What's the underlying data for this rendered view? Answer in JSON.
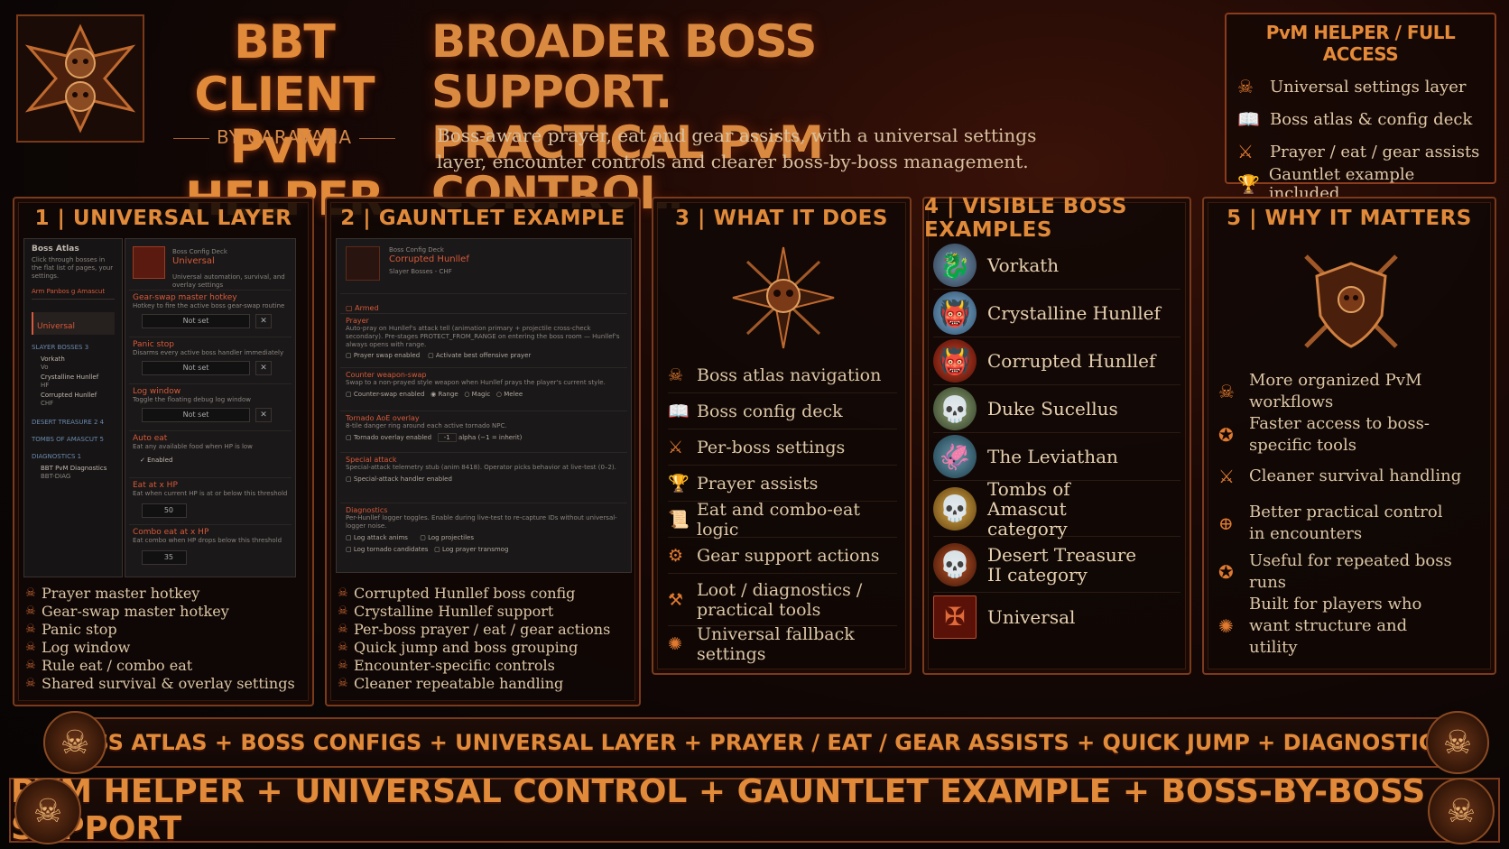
{
  "brand": {
    "title_line1": "BBT CLIENT",
    "title_line2": "PvM HELPER",
    "by": "BY CARAVANA"
  },
  "headline": {
    "line1": "BROADER BOSS SUPPORT.",
    "line2": "PRACTICAL PvM CONTROL.",
    "sub_line1": "Boss-aware prayer, eat and gear assists, with a universal settings",
    "sub_line2": "layer, encounter controls and clearer boss-by-boss management."
  },
  "access": {
    "title": "PvM HELPER / FULL ACCESS",
    "items": [
      {
        "icon": "skull-icon",
        "label": "Universal settings layer"
      },
      {
        "icon": "book-icon",
        "label": "Boss atlas & config deck"
      },
      {
        "icon": "crossed-swords-icon",
        "label": "Prayer / eat / gear assists"
      },
      {
        "icon": "trophy-icon",
        "label": "Gauntlet example included"
      }
    ]
  },
  "col1": {
    "title": "1 | UNIVERSAL LAYER",
    "mock": {
      "atlas_title": "Boss Atlas",
      "atlas_desc": "Click through bosses in the flat list of pages, your settings.",
      "search": "Arm Panbos g Amascut",
      "universal": "Universal",
      "group_slayer": "SLAYER BOSSES 3",
      "boss1": "Vorkath",
      "boss1_sub": "Vo",
      "boss2": "Crystalline Hunllef",
      "boss2_sub": "HF",
      "boss3": "Corrupted Hunllef",
      "boss3_sub": "CHF",
      "group_dt": "DESERT TREASURE 2 4",
      "group_toa": "TOMBS OF AMASCUT 5",
      "group_diag": "DIAGNOSTICS 1",
      "diag_item": "BBT PvM Diagnostics",
      "diag_sub": "BBT-DIAG",
      "deck_label": "Boss Config Deck",
      "deck_name": "Universal",
      "deck_desc": "Universal automation, survival, and overlay settings",
      "r1_title": "Gear-swap master hotkey",
      "r1_desc": "Hotkey to fire the active boss gear-swap routine",
      "r2_title": "Panic stop",
      "r2_desc": "Disarms every active boss handler immediately",
      "r3_title": "Log window",
      "r3_desc": "Toggle the floating debug log window",
      "not_set": "Not set",
      "r4_title": "Auto eat",
      "r4_desc": "Eat any available food when HP is low",
      "r4_val": "Enabled",
      "r5_title": "Eat at x HP",
      "r5_desc": "Eat when current HP is at or below this threshold",
      "r5_val": "50",
      "r6_title": "Combo eat at x HP",
      "r6_desc": "Eat combo when HP drops below this threshold",
      "r6_val": "35"
    },
    "bullets": [
      "Prayer master hotkey",
      "Gear-swap master hotkey",
      "Panic stop",
      "Log window",
      "Rule eat / combo eat",
      "Shared survival & overlay settings"
    ]
  },
  "col2": {
    "title": "2 | GAUNTLET EXAMPLE",
    "mock": {
      "deck_label": "Boss Config Deck",
      "deck_name": "Corrupted Hunllef",
      "deck_sub": "Slayer Bosses - CHF",
      "armed": "Armed",
      "s1_title": "Prayer",
      "s1_desc": "Auto-pray on Hunllef's attack tell (animation primary + projectile cross-check secondary). Pre-stages PROTECT_FROM_RANGE on entering the boss room — Hunllef's always opens with range.",
      "s1_opt1": "Prayer swap enabled",
      "s1_opt2": "Activate best offensive prayer",
      "s2_title": "Counter weapon-swap",
      "s2_desc": "Swap to a non-prayed style weapon when Hunllef prays the player's current style.",
      "s2_opt1": "Counter-swap enabled",
      "s2_opt2": "Range",
      "s2_opt3": "Magic",
      "s2_opt4": "Melee",
      "s3_title": "Tornado AoE overlay",
      "s3_desc": "8-tile danger ring around each active tornado NPC.",
      "s3_opt1": "Tornado overlay enabled",
      "s3_val": "-1",
      "s3_opt2": "alpha (−1 = inherit)",
      "s4_title": "Special attack",
      "s4_desc": "Special-attack telemetry stub (anim 8418). Operator picks behavior at live-test (0–2).",
      "s4_opt1": "Special-attack handler enabled",
      "s5_title": "Diagnostics",
      "s5_desc": "Per-Hunllef logger toggles. Enable during live-test to re-capture IDs without universal-logger noise.",
      "s5_opt1": "Log attack anims",
      "s5_opt2": "Log projectiles",
      "s5_opt3": "Log tornado candidates",
      "s5_opt4": "Log prayer transmog"
    },
    "bullets": [
      "Corrupted Hunllef boss config",
      "Crystalline Hunllef support",
      "Per-boss prayer / eat / gear actions",
      "Quick jump and boss grouping",
      "Encounter-specific controls",
      "Cleaner repeatable handling"
    ]
  },
  "col3": {
    "title": "3 | WHAT IT DOES",
    "items": [
      {
        "icon": "skull-icon",
        "label": "Boss atlas navigation"
      },
      {
        "icon": "book-icon",
        "label": "Boss config deck"
      },
      {
        "icon": "crossed-swords-icon",
        "label": "Per-boss settings"
      },
      {
        "icon": "trophy-icon",
        "label": "Prayer assists"
      },
      {
        "icon": "scroll-icon",
        "label": "Eat and combo-eat logic"
      },
      {
        "icon": "gear-icon",
        "label": "Gear support actions"
      },
      {
        "icon": "loot-icon",
        "label": "Loot / diagnostics / practical tools"
      },
      {
        "icon": "settings-icon",
        "label": "Universal fallback settings"
      }
    ]
  },
  "col4": {
    "title": "4 | VISIBLE BOSS EXAMPLES",
    "bosses": [
      {
        "name": "Vorkath",
        "face": "vorkath-face-icon",
        "color": "#4a6a8a"
      },
      {
        "name": "Crystalline Hunllef",
        "face": "crystalline-hunllef-face-icon",
        "color": "#5a8ab0"
      },
      {
        "name": "Corrupted Hunllef",
        "face": "corrupted-hunllef-face-icon",
        "color": "#a02a1a"
      },
      {
        "name": "Duke Sucellus",
        "face": "duke-sucellus-face-icon",
        "color": "#6a7a5a"
      },
      {
        "name": "The Leviathan",
        "face": "leviathan-face-icon",
        "color": "#3a5a6a"
      },
      {
        "name": "Tombs of Amascut category",
        "face": "amascut-face-icon",
        "color": "#b08030"
      },
      {
        "name": "Desert Treasure II category",
        "face": "desert-treasure-face-icon",
        "color": "#8a3a1a"
      },
      {
        "name": "Universal",
        "face": "universal-cross-icon",
        "color": "#a0301a"
      }
    ]
  },
  "col5": {
    "title": "5 | WHY IT MATTERS",
    "items": [
      {
        "icon": "skull-icon",
        "label": "More organized PvM workflows"
      },
      {
        "icon": "compass-icon",
        "label": "Faster access to boss-specific tools"
      },
      {
        "icon": "sword-icon",
        "label": "Cleaner survival handling"
      },
      {
        "icon": "crosshair-icon",
        "label": "Better practical control in encounters"
      },
      {
        "icon": "compass-icon",
        "label": "Useful for repeated boss runs"
      },
      {
        "icon": "settings-icon",
        "label": "Built for players who want structure and utility"
      }
    ]
  },
  "banner1": "BOSS ATLAS + BOSS CONFIGS + UNIVERSAL LAYER + PRAYER / EAT / GEAR ASSISTS + QUICK JUMP + DIAGNOSTICS",
  "banner2": "PVM HELPER + UNIVERSAL CONTROL + GAUNTLET EXAMPLE + BOSS-BY-BOSS SUPPORT"
}
